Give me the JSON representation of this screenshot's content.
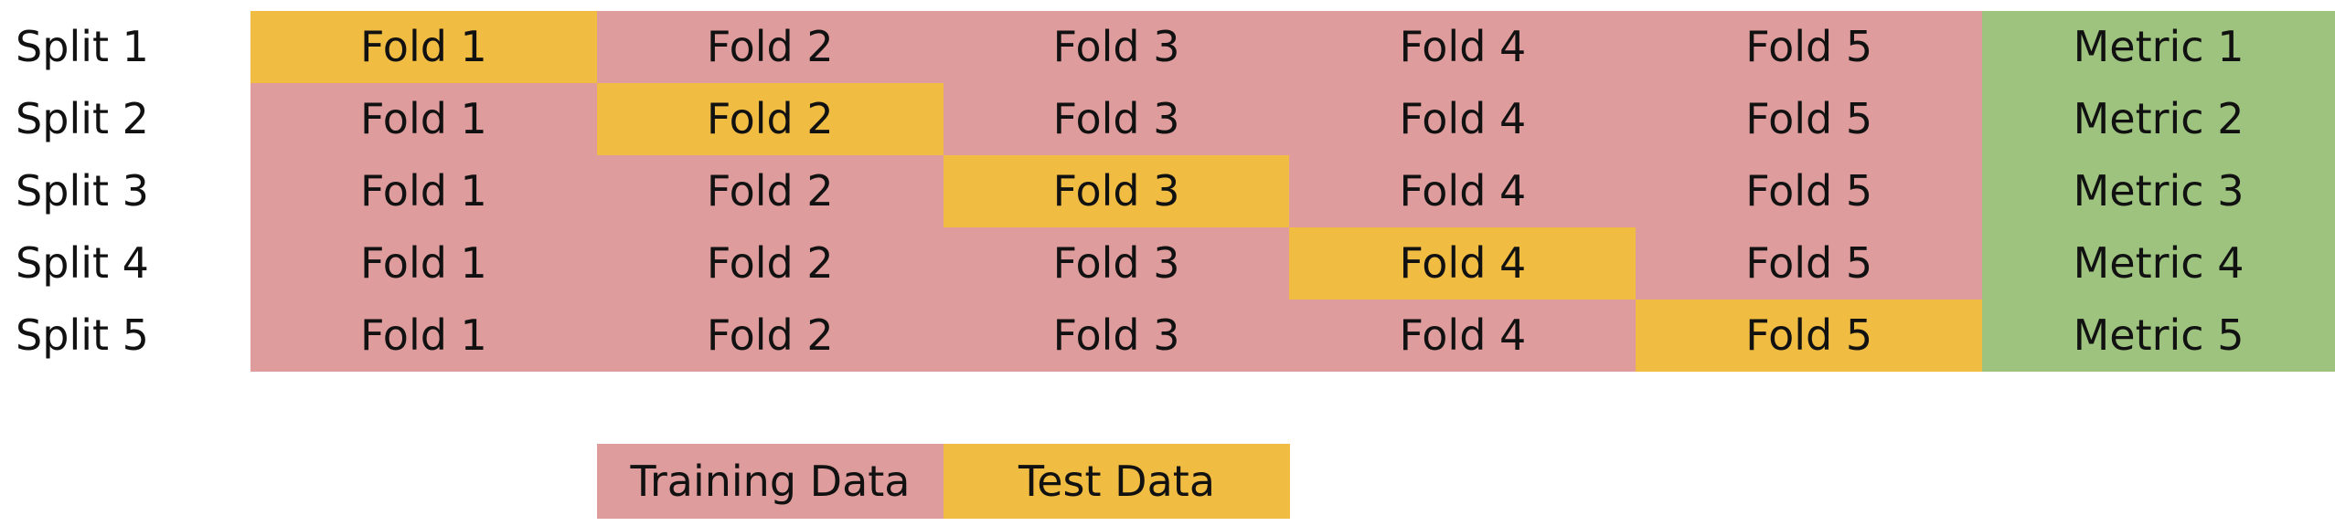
{
  "colors": {
    "training": "#df9c9c",
    "test": "#f1bc42",
    "metric": "#9dc37f"
  },
  "splits": [
    {
      "label": "Split 1",
      "test_index": 0,
      "folds": [
        "Fold 1",
        "Fold 2",
        "Fold 3",
        "Fold 4",
        "Fold 5"
      ],
      "metric": "Metric 1"
    },
    {
      "label": "Split 2",
      "test_index": 1,
      "folds": [
        "Fold 1",
        "Fold 2",
        "Fold 3",
        "Fold 4",
        "Fold 5"
      ],
      "metric": "Metric 2"
    },
    {
      "label": "Split 3",
      "test_index": 2,
      "folds": [
        "Fold 1",
        "Fold 2",
        "Fold 3",
        "Fold 4",
        "Fold 5"
      ],
      "metric": "Metric 3"
    },
    {
      "label": "Split 4",
      "test_index": 3,
      "folds": [
        "Fold 1",
        "Fold 2",
        "Fold 3",
        "Fold 4",
        "Fold 5"
      ],
      "metric": "Metric 4"
    },
    {
      "label": "Split 5",
      "test_index": 4,
      "folds": [
        "Fold 1",
        "Fold 2",
        "Fold 3",
        "Fold 4",
        "Fold 5"
      ],
      "metric": "Metric 5"
    }
  ],
  "legend": {
    "training_label": "Training Data",
    "test_label": "Test Data"
  }
}
